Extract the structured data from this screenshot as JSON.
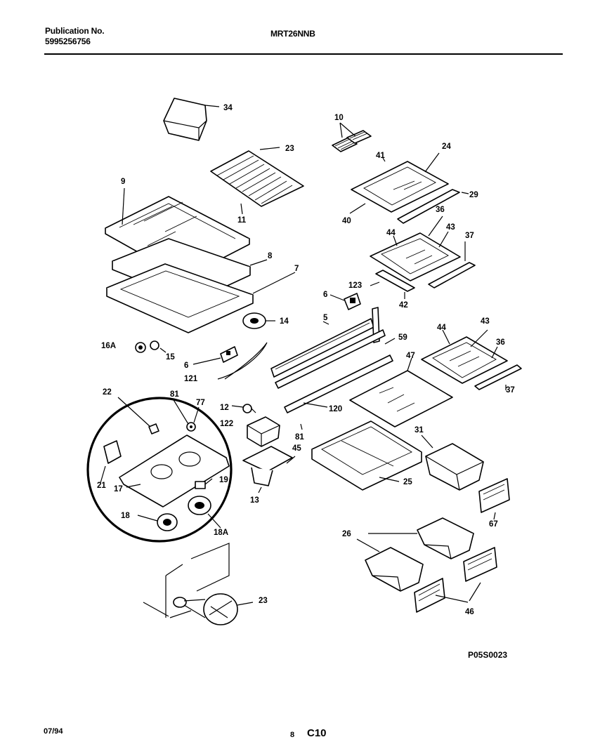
{
  "header": {
    "publication_label": "Publication No.",
    "publication_number": "5995256756",
    "model": "MRT26NNB"
  },
  "diagram_code": "P05S0023",
  "footer": {
    "date": "07/94",
    "page_number": "8",
    "section": "C10"
  },
  "callouts": {
    "c34": "34",
    "c10": "10",
    "c23a": "23",
    "c24": "24",
    "c41": "41",
    "c29": "29",
    "c9": "9",
    "c11": "11",
    "c40": "40",
    "c36a": "36",
    "c44a": "44",
    "c43a": "43",
    "c37a": "37",
    "c8": "8",
    "c7": "7",
    "c123": "123",
    "c6a": "6",
    "c42": "42",
    "c14": "14",
    "c5": "5",
    "c16A": "16A",
    "c15": "15",
    "c59": "59",
    "c44b": "44",
    "c43b": "43",
    "c36b": "36",
    "c6b": "6",
    "c47": "47",
    "c121": "121",
    "c37b": "37",
    "c22": "22",
    "c81a": "81",
    "c77": "77",
    "c12": "12",
    "c120": "120",
    "c122": "122",
    "c81b": "81",
    "c31": "31",
    "c45": "45",
    "c21": "21",
    "c19": "19",
    "c17": "17",
    "c25": "25",
    "c13": "13",
    "c18": "18",
    "c18A": "18A",
    "c67": "67",
    "c26": "26",
    "c23b": "23",
    "c46": "46"
  }
}
